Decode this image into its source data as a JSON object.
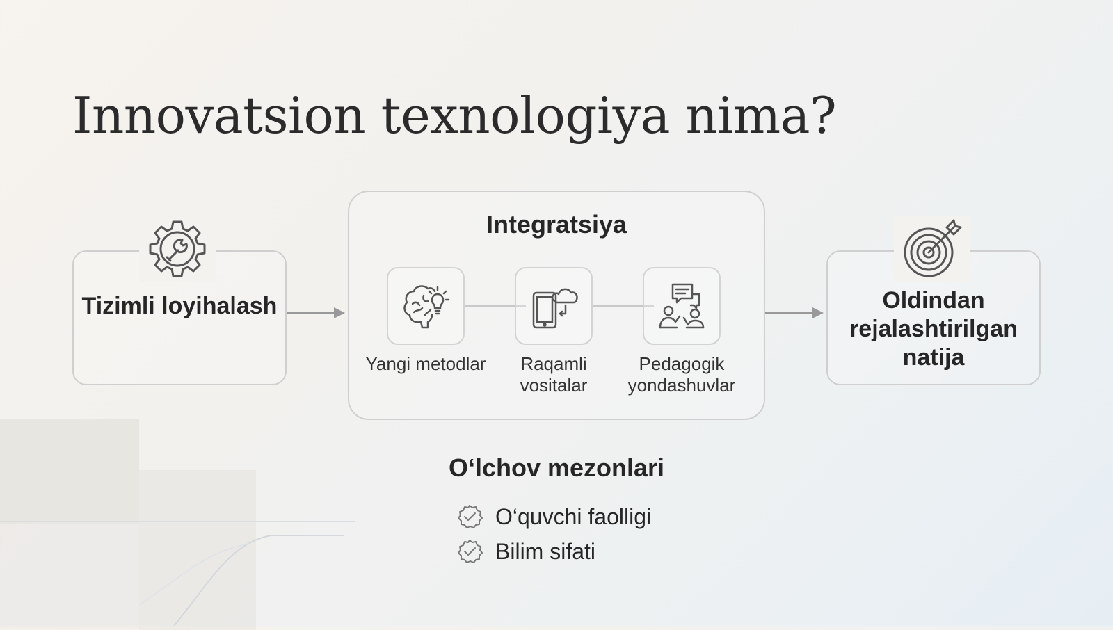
{
  "title": "Innovatsion texnologiya nima?",
  "left_box": {
    "label": "Tizimli loyihalash",
    "icon": "gear-wrench-icon"
  },
  "integration": {
    "title": "Integratsiya",
    "items": [
      {
        "label": "Yangi metodlar",
        "icon": "brain-lightbulb-icon"
      },
      {
        "label": "Raqamli vositalar",
        "icon": "tablet-cloud-icon"
      },
      {
        "label": "Pedagogik yondashuvlar",
        "icon": "people-discussion-icon"
      }
    ]
  },
  "right_box": {
    "label": "Oldindan rejalashtirilgan natija",
    "icon": "target-arrow-icon"
  },
  "criteria": {
    "title": "O‘lchov mezonlari",
    "items": [
      {
        "label": "O‘quvchi faolligi",
        "icon": "check-badge-icon"
      },
      {
        "label": "Bilim sifati",
        "icon": "check-badge-icon"
      }
    ]
  },
  "colors": {
    "text": "#262626",
    "border": "#cfcfcf",
    "icon": "#555555",
    "connector": "#a8a8a8"
  }
}
